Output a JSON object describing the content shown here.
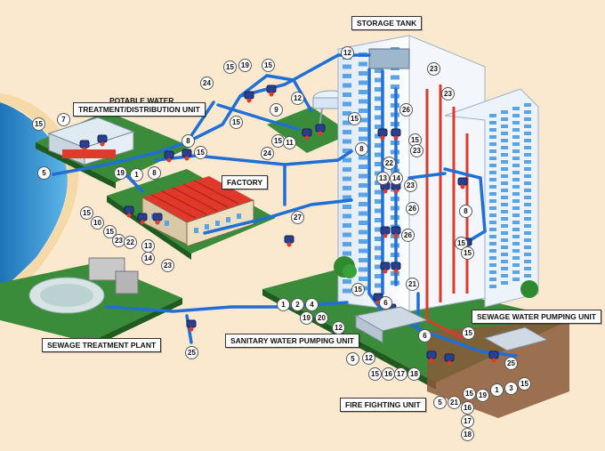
{
  "labels": {
    "storage_tank": "STORAGE TANK",
    "potable_line1": "POTABLE WATER",
    "potable_line2": "TREATMENT/DISTRIBUTION UNIT",
    "factory": "FACTORY",
    "sewage_treatment": "SEWAGE TREATMENT PLANT",
    "sanitary_pumping": "SANITARY WATER PUMPING UNIT",
    "sewage_pumping": "SEWAGE WATER PUMPING UNIT",
    "fire_fighting": "FIRE FIGHTING UNIT"
  },
  "callouts": [
    "12",
    "15",
    "19",
    "15",
    "24",
    "15",
    "9",
    "12",
    "15",
    "11",
    "24",
    "27",
    "7",
    "15",
    "5",
    "19",
    "1",
    "8",
    "8",
    "15",
    "15",
    "10",
    "15",
    "23",
    "22",
    "13",
    "14",
    "23",
    "25",
    "1",
    "2",
    "4",
    "19",
    "20",
    "12",
    "6",
    "5",
    "12",
    "15",
    "16",
    "17",
    "18",
    "6",
    "5",
    "21",
    "15",
    "19",
    "1",
    "3",
    "15",
    "16",
    "17",
    "18",
    "15",
    "25",
    "23",
    "23",
    "15",
    "26",
    "15",
    "8",
    "22",
    "13",
    "14",
    "23",
    "26",
    "23",
    "8",
    "15",
    "15",
    "26",
    "15",
    "21"
  ],
  "colors": {
    "sand": "#fbe9cf",
    "sea": "#2f8fd0",
    "grass": "#2f7a2f",
    "pipe": "#1f6fd6",
    "roof": "#e0392b",
    "tower": "#eaf2fb",
    "window": "#5aa3e6"
  }
}
